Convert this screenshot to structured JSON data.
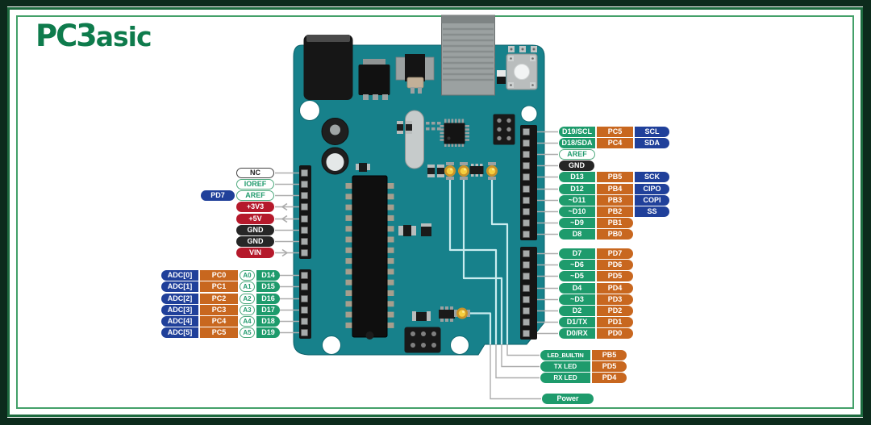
{
  "logo": {
    "prefix": "PC",
    "b": "3",
    "suffix": "asic",
    "color": "#0E7B4C"
  },
  "colors": {
    "board_teal": "#17818B",
    "pill_green": "#1E9B6C",
    "pill_orange": "#C8671F",
    "pill_blue": "#20409A",
    "pill_red": "#B5192B",
    "pill_black": "#262626",
    "frame_green": "#43A069",
    "frame_dark_green": "#1D6B3F"
  },
  "left_power_pins": [
    "NC",
    "IOREF",
    "AREF",
    "+3V3",
    "+5V",
    "GND",
    "GND",
    "VIN"
  ],
  "pd7_label": "PD7",
  "analog_rows": [
    {
      "adc": "ADC[0]",
      "port": "PC0",
      "an": "A0",
      "dig": "D14"
    },
    {
      "adc": "ADC[1]",
      "port": "PC1",
      "an": "A1",
      "dig": "D15"
    },
    {
      "adc": "ADC[2]",
      "port": "PC2",
      "an": "A2",
      "dig": "D16"
    },
    {
      "adc": "ADC[3]",
      "port": "PC3",
      "an": "A3",
      "dig": "D17"
    },
    {
      "adc": "ADC[4]",
      "port": "PC4",
      "an": "A4",
      "dig": "D18"
    },
    {
      "adc": "ADC[5]",
      "port": "PC5",
      "an": "A5",
      "dig": "D19"
    }
  ],
  "aref_label": "AREF",
  "gnd_label": "GND",
  "right_rows": [
    {
      "dig": "D19/SCL",
      "port": "PC5",
      "bus": "SCL"
    },
    {
      "dig": "D18/SDA",
      "port": "PC4",
      "bus": "SDA"
    },
    {
      "dig": "D13",
      "port": "PB5",
      "bus": "SCK"
    },
    {
      "dig": "D12",
      "port": "PB4",
      "bus": "CIPO"
    },
    {
      "dig": "~D11",
      "port": "PB3",
      "bus": "COPI"
    },
    {
      "dig": "~D10",
      "port": "PB2",
      "bus": "SS"
    },
    {
      "dig": "~D9",
      "port": "PB1"
    },
    {
      "dig": "D8",
      "port": "PB0"
    },
    {
      "dig": "D7",
      "port": "PD7"
    },
    {
      "dig": "~D6",
      "port": "PD6"
    },
    {
      "dig": "~D5",
      "port": "PD5"
    },
    {
      "dig": "D4",
      "port": "PD4"
    },
    {
      "dig": "~D3",
      "port": "PD3"
    },
    {
      "dig": "D2",
      "port": "PD2"
    },
    {
      "dig": "D1/TX",
      "port": "PD1"
    },
    {
      "dig": "D0/RX",
      "port": "PD0"
    }
  ],
  "led_rows": [
    {
      "name": "LED_BUILTIN",
      "port": "PB5"
    },
    {
      "name": "TX  LED",
      "port": "PD5"
    },
    {
      "name": "RX  LED",
      "port": "PD4"
    }
  ],
  "power_label": "Power"
}
